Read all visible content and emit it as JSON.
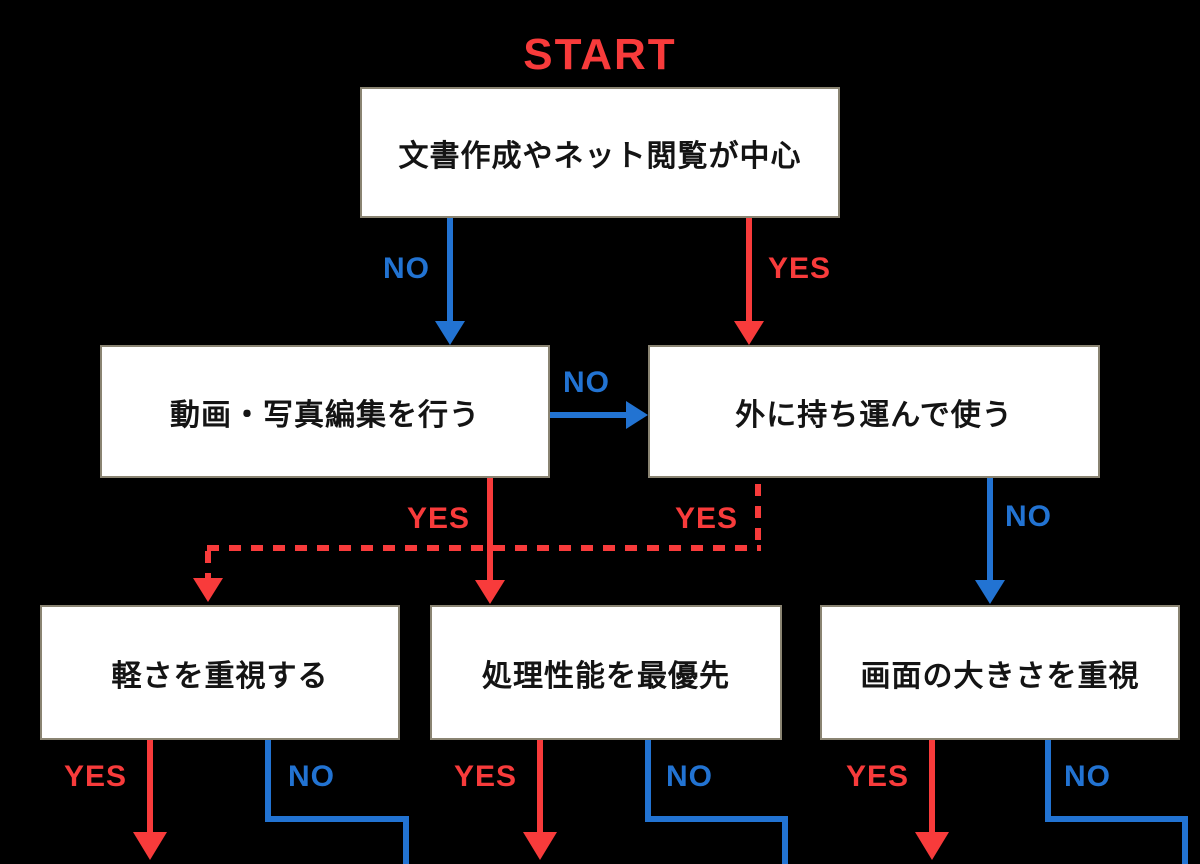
{
  "title": "START",
  "colors": {
    "background": "#000000",
    "yes_red": "#f83b3b",
    "no_blue": "#2273d2",
    "box_fill": "#ffffff",
    "box_border": "#8a8472",
    "box_text": "#141414"
  },
  "nodes": {
    "start_question": {
      "label": "文書作成やネット閲覧が中心"
    },
    "video_edit": {
      "label": "動画・写真編集を行う"
    },
    "carry_outside": {
      "label": "外に持ち運んで使う"
    },
    "lightweight": {
      "label": "軽さを重視する"
    },
    "performance": {
      "label": "処理性能を最優先"
    },
    "screen_size": {
      "label": "画面の大きさを重視"
    }
  },
  "edges": {
    "start_no": {
      "label": "NO",
      "from": "start_question",
      "to": "video_edit",
      "style": "solid"
    },
    "start_yes": {
      "label": "YES",
      "from": "start_question",
      "to": "carry_outside",
      "style": "solid"
    },
    "video_no": {
      "label": "NO",
      "from": "video_edit",
      "to": "carry_outside",
      "style": "solid"
    },
    "video_yes": {
      "label": "YES",
      "from": "video_edit",
      "to": "performance",
      "style": "solid"
    },
    "carry_yes": {
      "label": "YES",
      "from": "carry_outside",
      "to": "lightweight",
      "style": "dashed"
    },
    "carry_no": {
      "label": "NO",
      "from": "carry_outside",
      "to": "screen_size",
      "style": "solid"
    },
    "lightweight_yes": {
      "label": "YES",
      "from": "lightweight",
      "to": "offscreen-down",
      "style": "solid"
    },
    "lightweight_no": {
      "label": "NO",
      "from": "lightweight",
      "to": "offscreen-down",
      "style": "solid"
    },
    "performance_yes": {
      "label": "YES",
      "from": "performance",
      "to": "offscreen-down",
      "style": "solid"
    },
    "performance_no": {
      "label": "NO",
      "from": "performance",
      "to": "offscreen-down",
      "style": "solid"
    },
    "screen_yes": {
      "label": "YES",
      "from": "screen_size",
      "to": "offscreen-down",
      "style": "solid"
    },
    "screen_no": {
      "label": "NO",
      "from": "screen_size",
      "to": "offscreen-down",
      "style": "solid"
    }
  }
}
